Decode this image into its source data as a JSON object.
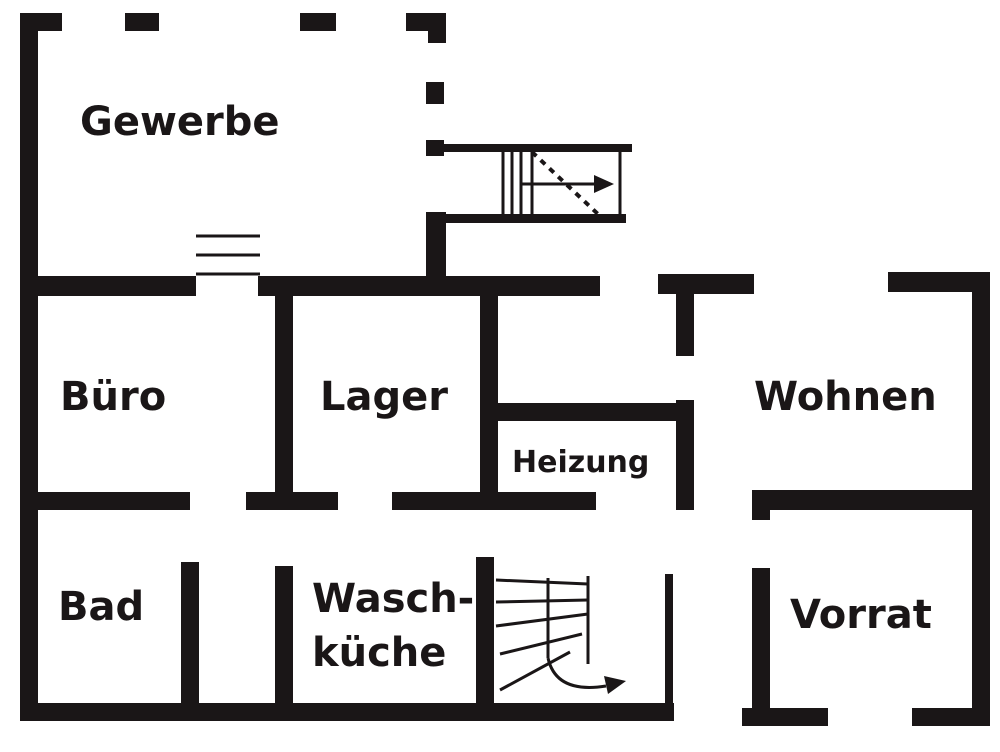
{
  "colors": {
    "wall": "#1a1617",
    "background": "#ffffff"
  },
  "rooms": {
    "gewerbe": "Gewerbe",
    "buero": "Büro",
    "lager": "Lager",
    "wohnen": "Wohnen",
    "heizung": "Heizung",
    "bad": "Bad",
    "wasch_line1": "Wasch-",
    "wasch_line2": "küche",
    "vorrat": "Vorrat"
  }
}
